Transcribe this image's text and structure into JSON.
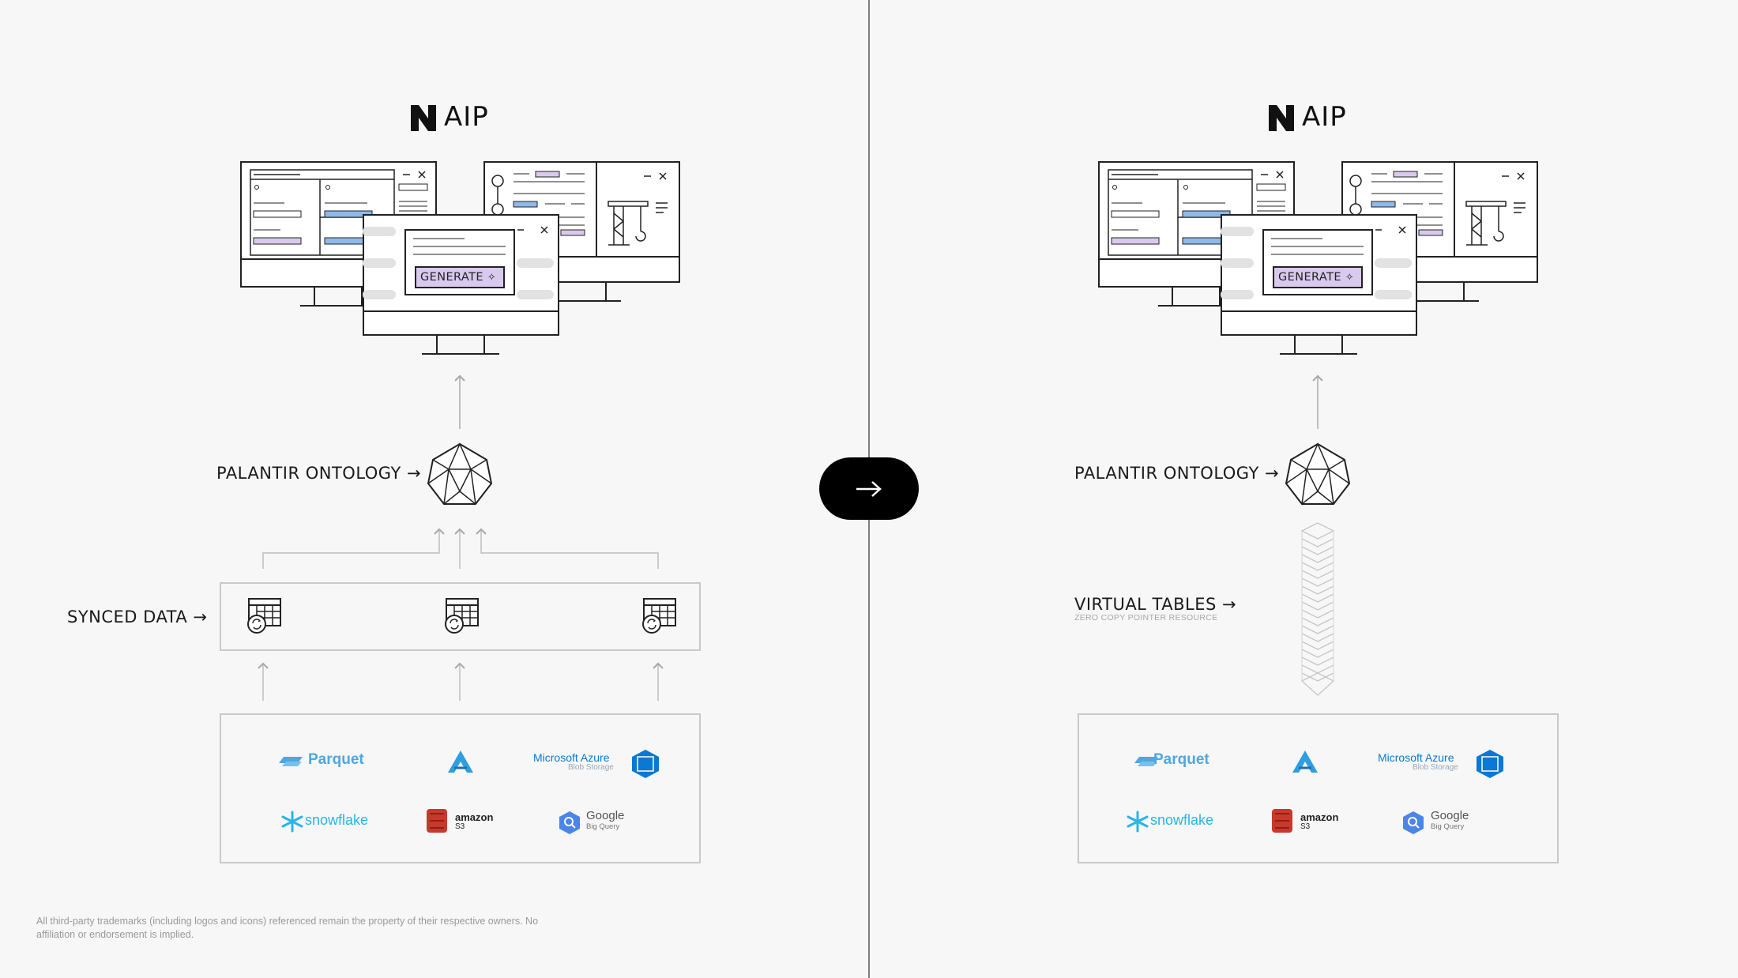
{
  "brand": {
    "name": "AIP"
  },
  "screens": {
    "generate_label": "GENERATE"
  },
  "left": {
    "ontology_label": "PALANTIR ONTOLOGY →",
    "synced_label": "SYNCED DATA →"
  },
  "right": {
    "ontology_label": "PALANTIR ONTOLOGY →",
    "virtual_label": "VIRTUAL TABLES →",
    "virtual_sublabel": "ZERO COPY POINTER RESOURCE"
  },
  "sources": {
    "parquet": "Parquet",
    "azure_title": "Microsoft Azure",
    "azure_sub": "Blob Storage",
    "snowflake": "snowflake",
    "amazon": "amazon",
    "amazon_sub": "S3",
    "google": "Google",
    "google_sub": "Big Query"
  },
  "disclaimer": "All third-party trademarks (including logos and icons) referenced remain the property of their respective owners. No affiliation or endorsement is implied.",
  "colors": {
    "background": "#f7f7f7",
    "generate_button": "#d9c9ee",
    "accent_purple": "#d9c9ee",
    "accent_blue": "#8fb9ea",
    "parquet_blue": "#50a7e0",
    "azure_blue": "#0a78d4",
    "snowflake_blue": "#29b5e8",
    "amazon_red": "#c7392b",
    "google_blue": "#4a86e8"
  },
  "icons": [
    "aip-logo-icon",
    "ontology-polyhedron-icon",
    "synced-table-icon",
    "virtual-table-stack-icon",
    "arrow-right-icon",
    "sparkle-icon",
    "crane-icon"
  ]
}
